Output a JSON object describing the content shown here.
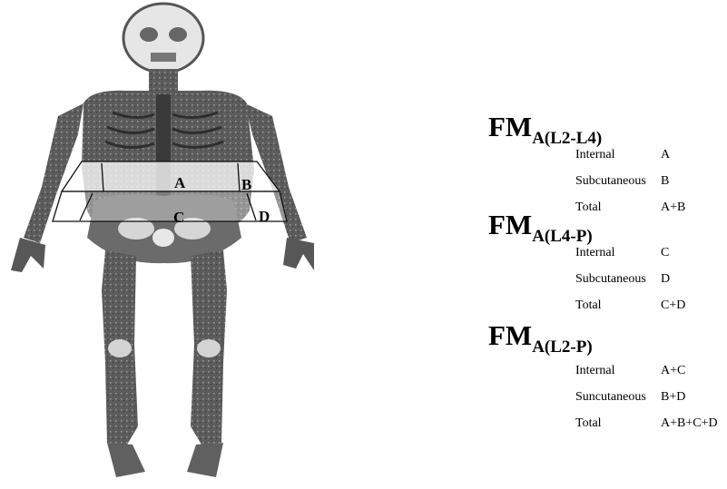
{
  "figure": {
    "region_labels": {
      "a": "A",
      "b": "B",
      "c": "C",
      "d": "D"
    }
  },
  "sections": [
    {
      "heading_main": "FM",
      "heading_sub": "A(L2-L4)",
      "rows": [
        {
          "label": "Internal",
          "value": "A"
        },
        {
          "label": "Subcutaneous",
          "value": "B"
        },
        {
          "label": "Total",
          "value": "A+B"
        }
      ]
    },
    {
      "heading_main": "FM",
      "heading_sub": "A(L4-P)",
      "rows": [
        {
          "label": "Internal",
          "value": "C"
        },
        {
          "label": "Subcutaneous",
          "value": "D"
        },
        {
          "label": "Total",
          "value": "C+D"
        }
      ]
    },
    {
      "heading_main": "FM",
      "heading_sub": "A(L2-P)",
      "rows": [
        {
          "label": "Internal",
          "value": "A+C"
        },
        {
          "label": "Suncutaneous",
          "value": "B+D"
        },
        {
          "label": "Total",
          "value": "A+B+C+D"
        }
      ]
    }
  ]
}
